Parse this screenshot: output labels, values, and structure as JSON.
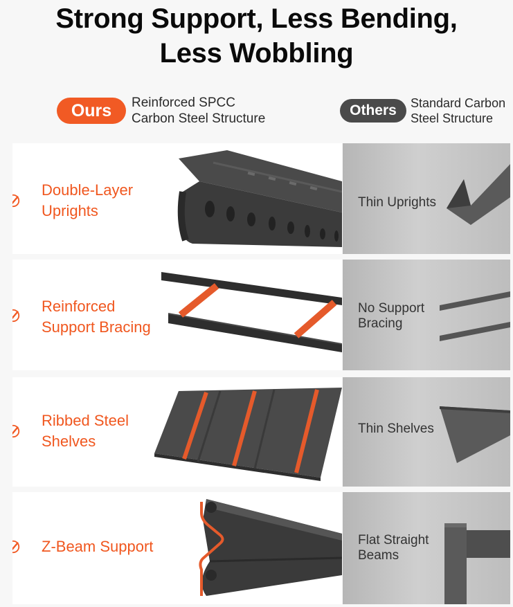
{
  "title": {
    "line1": "Strong Support, Less Bending,",
    "line2": "Less Wobbling"
  },
  "legend": {
    "ours_badge": "Ours",
    "ours_line1": "Reinforced SPCC",
    "ours_line2": "Carbon Steel Structure",
    "others_badge": "Others",
    "others_line1": "Standard Carbon",
    "others_line2": "Steel Structure"
  },
  "rows": [
    {
      "feature_line1": "Double-Layer",
      "feature_line2": "Uprights",
      "other_line1": "Thin Uprights",
      "other_line2": ""
    },
    {
      "feature_line1": "Reinforced",
      "feature_line2": "Support Bracing",
      "other_line1": "No Support",
      "other_line2": "Bracing"
    },
    {
      "feature_line1": "Ribbed Steel",
      "feature_line2": "Shelves",
      "other_line1": "Thin Shelves",
      "other_line2": ""
    },
    {
      "feature_line1": "Z-Beam Support",
      "feature_line2": "",
      "other_line1": "Flat Straight",
      "other_line2": "Beams"
    }
  ],
  "colors": {
    "accent": "#f15a24",
    "others_badge": "#4a4a4a",
    "steel": "#3a3a3a",
    "other_panel": "#c4c4c4"
  },
  "icons": [
    "check-circle-icon"
  ]
}
